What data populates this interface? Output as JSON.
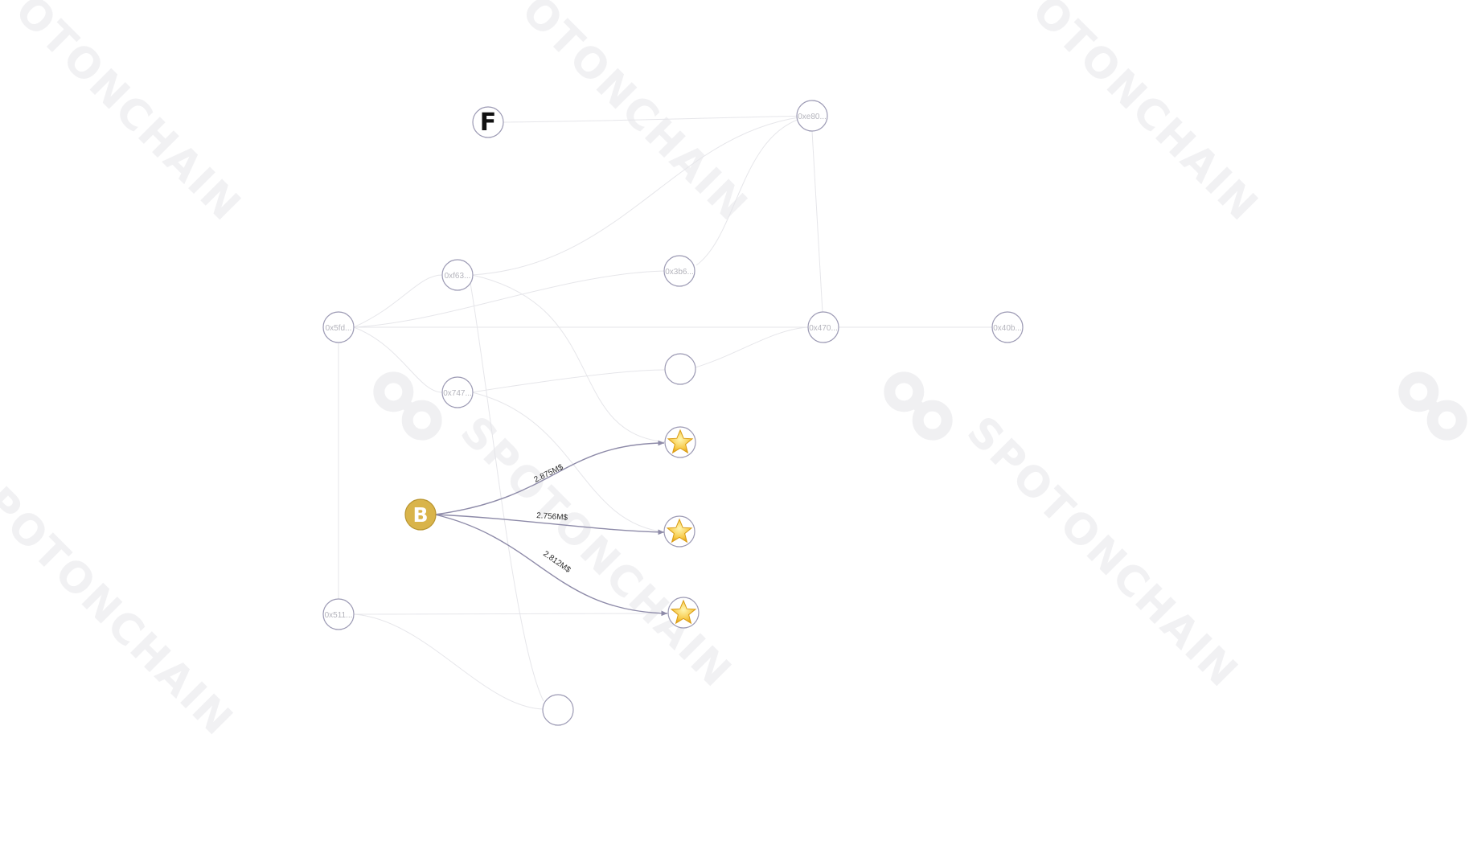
{
  "watermark": {
    "text": "SPOTONCHAIN"
  },
  "colors": {
    "faint_edge": "#e6e6ea",
    "strong_edge": "#8d8aa8",
    "node_stroke": "#9c9ab4",
    "binance_gold": "#d9b44a",
    "star_yellow": "#f7c948"
  },
  "nodes": [
    {
      "id": "ftx",
      "label": "F",
      "icon": "ftx-logo-icon"
    },
    {
      "id": "ae80",
      "label": "0xe80..."
    },
    {
      "id": "f63",
      "label": "0xf63..."
    },
    {
      "id": "3b6",
      "label": "0x3b6..."
    },
    {
      "id": "5fd",
      "label": "0x5fd..."
    },
    {
      "id": "470",
      "label": "0x470..."
    },
    {
      "id": "40b",
      "label": "0x40b..."
    },
    {
      "id": "blank1",
      "label": ""
    },
    {
      "id": "747",
      "label": "0x747..."
    },
    {
      "id": "star1",
      "label": "",
      "icon": "star-icon"
    },
    {
      "id": "binance",
      "label": "B",
      "icon": "binance-logo-icon"
    },
    {
      "id": "star2",
      "label": "",
      "icon": "star-icon"
    },
    {
      "id": "star3",
      "label": "",
      "icon": "star-icon"
    },
    {
      "id": "511",
      "label": "0x511..."
    },
    {
      "id": "blank2",
      "label": ""
    }
  ],
  "transfers": [
    {
      "from": "binance",
      "to": "star1",
      "amount": "2.875M$"
    },
    {
      "from": "binance",
      "to": "star2",
      "amount": "2.756M$"
    },
    {
      "from": "binance",
      "to": "star3",
      "amount": "2.812M$"
    }
  ]
}
